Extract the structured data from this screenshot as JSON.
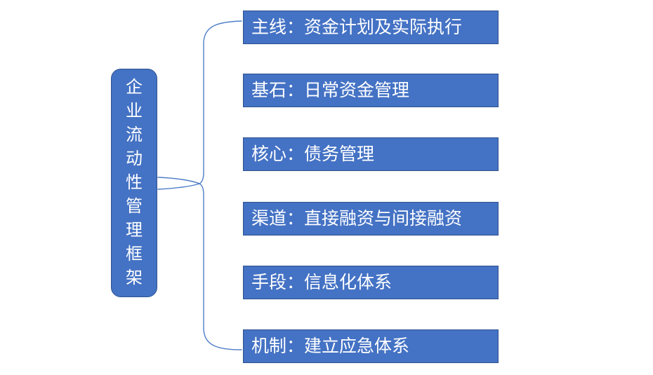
{
  "diagram": {
    "root": {
      "label": "企业流动性管理框架"
    },
    "branches": [
      {
        "label": "主线：资金计划及实际执行"
      },
      {
        "label": "基石：日常资金管理"
      },
      {
        "label": "核心：债务管理"
      },
      {
        "label": "渠道：直接融资与间接融资"
      },
      {
        "label": "手段：信息化体系"
      },
      {
        "label": "机制：建立应急体系"
      }
    ]
  },
  "colors": {
    "box_fill": "#4472C4",
    "box_border": "#2F528F",
    "connector": "#4E7DC9",
    "text": "#FFFFFF",
    "background": "#FFFFFF"
  }
}
